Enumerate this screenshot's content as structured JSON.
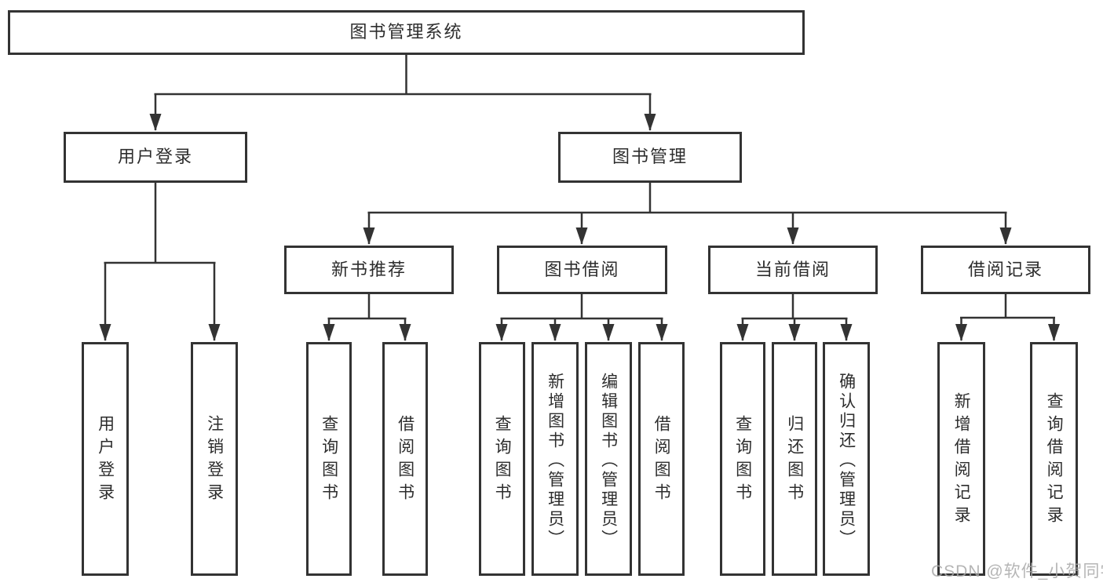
{
  "tree": {
    "root": "图书管理系统",
    "level2": [
      {
        "label": "用户登录"
      },
      {
        "label": "图书管理"
      }
    ],
    "login_children": [
      "用户登录",
      "注销登录"
    ],
    "groups": [
      {
        "label": "新书推荐",
        "children": [
          "查询图书",
          "借阅图书"
        ]
      },
      {
        "label": "图书借阅",
        "children": [
          "查询图书",
          "新增图书（管理员）",
          "编辑图书（管理员）",
          "借阅图书"
        ]
      },
      {
        "label": "当前借阅",
        "children": [
          "查询图书",
          "归还图书",
          "确认归还（管理员）"
        ]
      },
      {
        "label": "借阅记录",
        "children": [
          "新增借阅记录",
          "查询借阅记录"
        ]
      }
    ]
  },
  "watermark": "CSDN @软件_小贺同学",
  "colors": {
    "line": "#333333",
    "border": "#333333",
    "text": "#2d2d2d",
    "bg": "#ffffff",
    "wm": "#a9a9a9"
  }
}
